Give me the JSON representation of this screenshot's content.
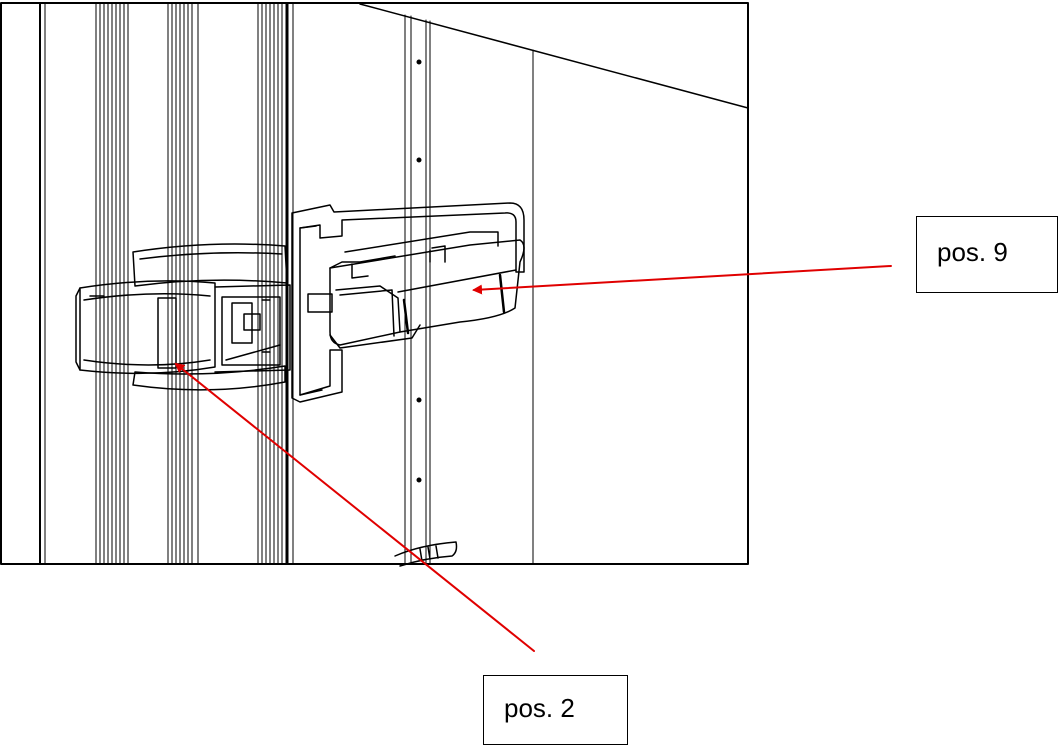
{
  "callouts": [
    {
      "id": "pos-9",
      "label": "pos. 9"
    },
    {
      "id": "pos-2",
      "label": "pos. 2"
    }
  ],
  "colors": {
    "line_art": "#000000",
    "leader_arrow": "#e00000",
    "background": "#ffffff"
  }
}
